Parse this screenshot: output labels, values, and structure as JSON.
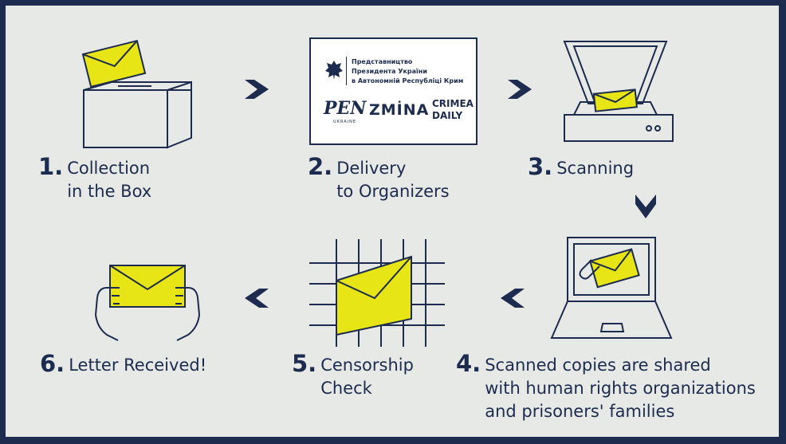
{
  "colors": {
    "navy": "#1d2b4e",
    "yellow": "#e8e517",
    "background": "#e6e9e5"
  },
  "steps": [
    {
      "number": "1.",
      "text": "Collection\nin the Box"
    },
    {
      "number": "2.",
      "text": "Delivery\nto Organizers"
    },
    {
      "number": "3.",
      "text": "Scanning"
    },
    {
      "number": "4.",
      "text": "Scanned copies are shared\nwith human rights organizations\nand prisoners' families"
    },
    {
      "number": "5.",
      "text": "Censorship\nCheck"
    },
    {
      "number": "6.",
      "text": "Letter Received!"
    }
  ],
  "organizers_card": {
    "org_name": "Представництво\nПрезидента України\nв Автономній Республіці Крим",
    "logos": [
      "PEN",
      "ZMINA",
      "CRIMEA DAILY"
    ],
    "pen_logo_text": "PEN",
    "pen_subtitle": "UKRAINE",
    "zmina_logo_text": "ZMİNA",
    "crimea_logo_text": "CRIMEA\nDAILY"
  },
  "icons": [
    "ballot-box-icon",
    "organizers-card",
    "scanner-icon",
    "laptop-icon",
    "censorship-grid-icon",
    "hands-letter-icon"
  ],
  "arrows": [
    "right",
    "right",
    "down",
    "left",
    "left"
  ]
}
